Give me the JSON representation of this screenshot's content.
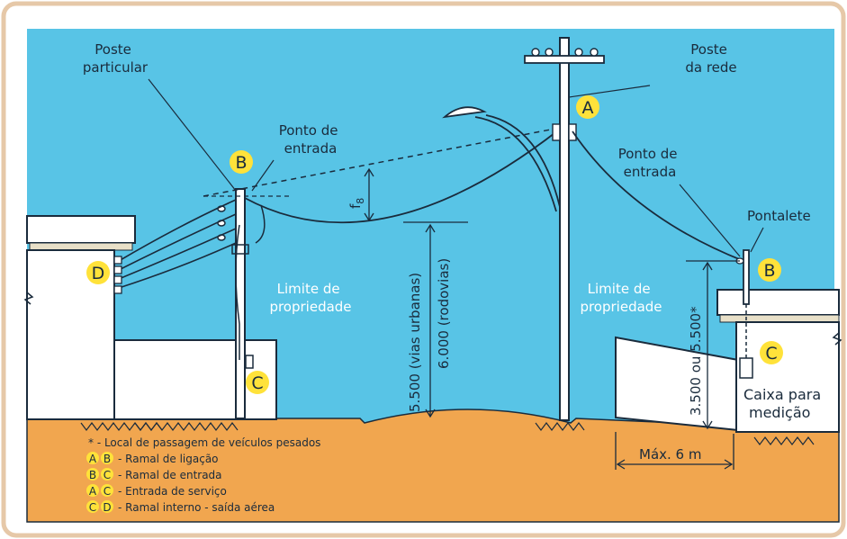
{
  "labels": {
    "poste_particular": [
      "Poste",
      "particular"
    ],
    "poste_rede": [
      "Poste",
      "da rede"
    ],
    "ponto_entrada_left": [
      "Ponto de",
      "entrada"
    ],
    "ponto_entrada_right": [
      "Ponto de",
      "entrada"
    ],
    "pontalete": "Pontalete",
    "limite_left": [
      "Limite de",
      "propriedade"
    ],
    "limite_right": [
      "Limite de",
      "propriedade"
    ],
    "f_sag": "f",
    "f_sub": "8",
    "height_urban": "5.500 (vias urbanas)",
    "height_rodovias": "6.000 (rodovias)",
    "height_right": "3.500 ou 5.500*",
    "caixa": [
      "Caixa para",
      "medição"
    ],
    "max_dist": "Máx. 6 m"
  },
  "points": {
    "A": "A",
    "B": "B",
    "C": "C",
    "D": "D"
  },
  "legend": {
    "note": "* - Local de passagem de veículos pesados",
    "items": [
      {
        "k1": "A",
        "k2": "B",
        "text": "- Ramal de ligação"
      },
      {
        "k1": "B",
        "k2": "C",
        "text": "- Ramal de entrada"
      },
      {
        "k1": "A",
        "k2": "C",
        "text": "- Entrada de serviço"
      },
      {
        "k1": "C",
        "k2": "D",
        "text": "- Ramal interno - saída aérea"
      }
    ]
  },
  "colors": {
    "sky": "#58c4e6",
    "ground": "#f1a64f",
    "marker": "#ffe23a",
    "line": "#1a2b3c",
    "frame": "#e6c8a8",
    "wall": "#ffffff"
  }
}
